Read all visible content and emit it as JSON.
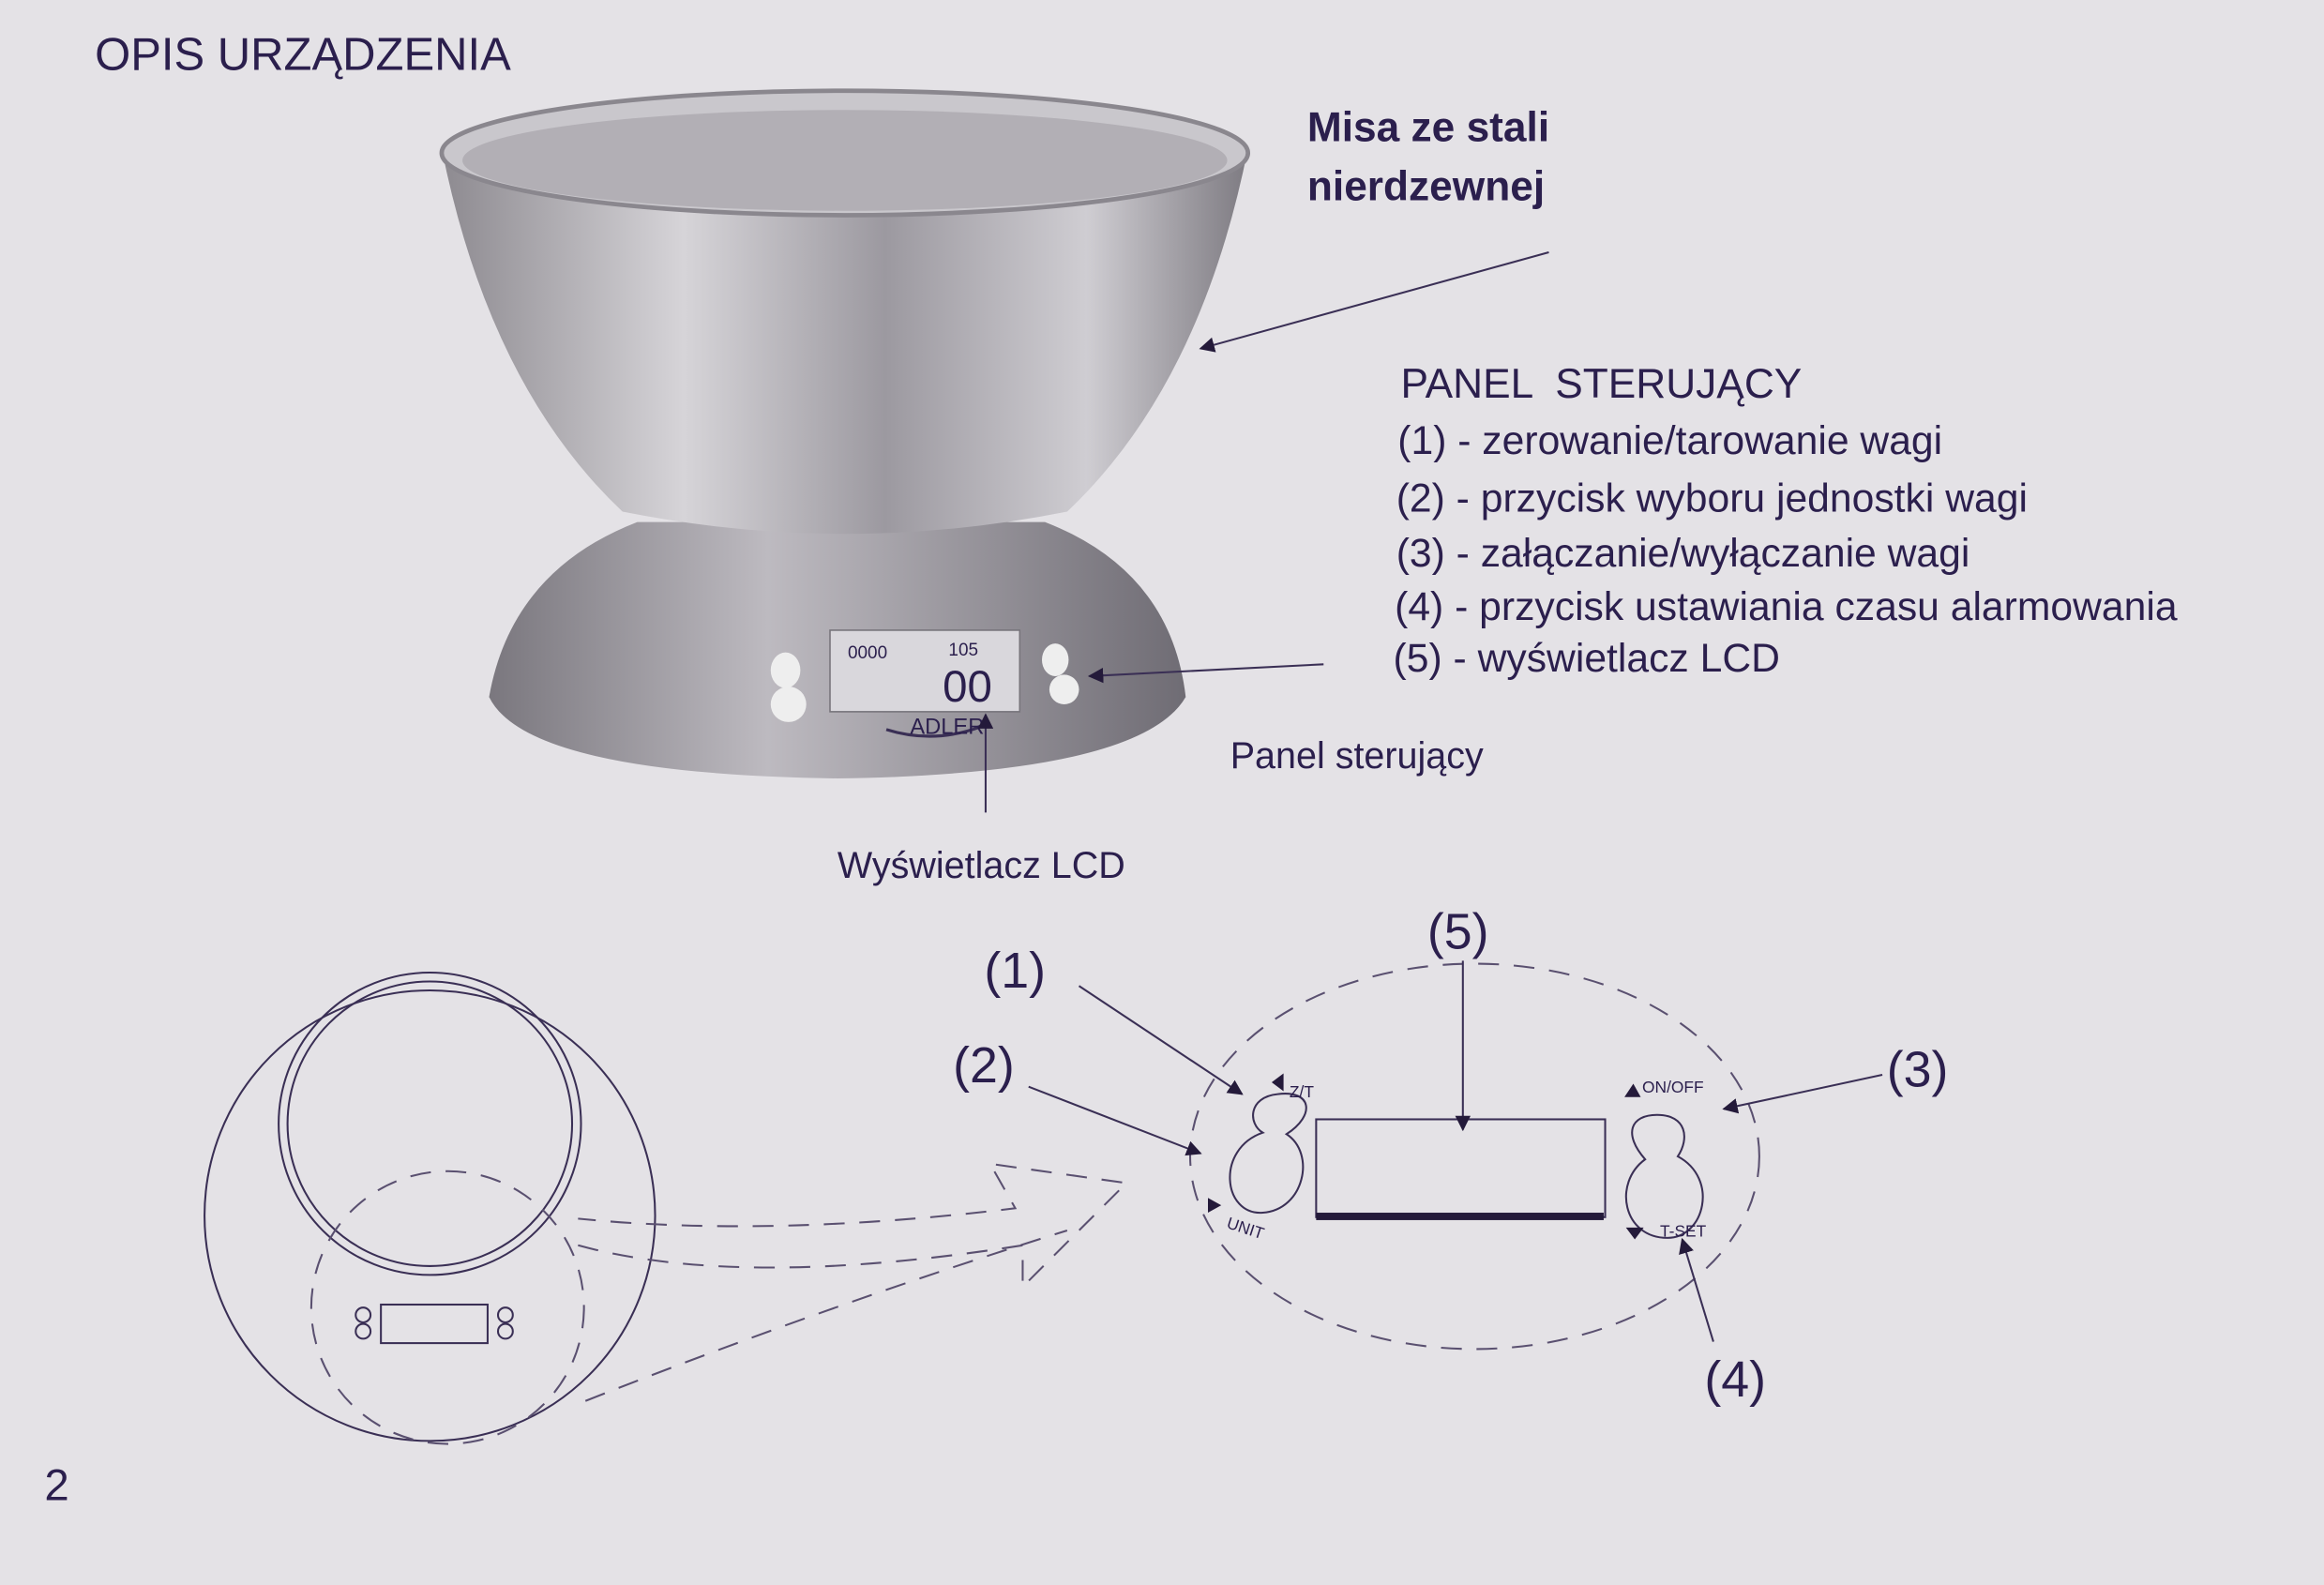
{
  "page": {
    "title": "OPIS URZĄDZENIA",
    "page_number": "2"
  },
  "bowl_label": {
    "line1": "Misa ze stali",
    "line2": "nierdzewnej"
  },
  "panel": {
    "heading": "PANEL  STERUJĄCY",
    "items": [
      "(1) - zerowanie/tarowanie wagi",
      "(2) - przycisk wyboru jednostki wagi",
      "(3) - załączanie/wyłączanie wagi",
      "(4) - przycisk ustawiania czasu alarmowania",
      "(5) - wyświetlacz LCD"
    ]
  },
  "photo_labels": {
    "panel": "Panel sterujący",
    "lcd": "Wyświetlacz LCD",
    "brand": "ADLER",
    "lcd_top_left": "0000",
    "lcd_top_right": "105",
    "lcd_main": "00"
  },
  "diagram": {
    "callouts": [
      "(1)",
      "(2)",
      "(3)",
      "(4)",
      "(5)"
    ],
    "button_labels": {
      "zt": "Z/T",
      "unit": "UNIT",
      "onoff": "ON/OFF",
      "tset": "T-SET"
    }
  },
  "colors": {
    "ink": "#2b1f4d",
    "paper": "#e4e2e6"
  }
}
